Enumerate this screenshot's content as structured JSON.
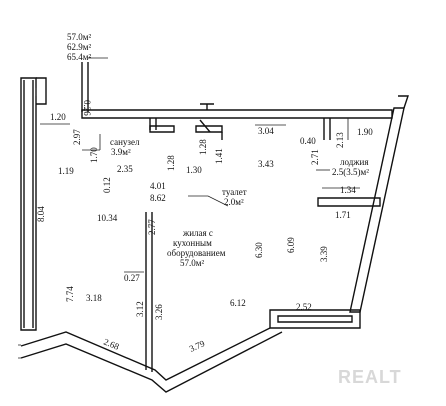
{
  "summary_areas": [
    "57.0м²",
    "62.9м²",
    "65.4м²"
  ],
  "rooms": {
    "bathroom": {
      "name": "санузел",
      "area": "3.9м²"
    },
    "toilet": {
      "name": "туалет",
      "area": "2.0м²"
    },
    "loggia": {
      "name": "лоджия",
      "area": "2.5(3.5)м²"
    },
    "living": {
      "line1": "жилая с",
      "line2": "кухонным",
      "line3": "оборудованием",
      "area": "57.0м²"
    }
  },
  "dimensions": {
    "d_026": "0.26",
    "d_120": "1.20",
    "d_297": "2.97",
    "d_170": "1.70",
    "d_235": "2.35",
    "d_119": "1.19",
    "d_012": "0.12",
    "d_401": "4.01",
    "d_128a": "1.28",
    "d_128b": "1.28",
    "d_141": "1.41",
    "d_130": "1.30",
    "d_304": "3.04",
    "d_343": "3.43",
    "d_040": "0.40",
    "d_213": "2.13",
    "d_190": "1.90",
    "d_271": "2.71",
    "d_134": "1.34",
    "d_171": "1.71",
    "d_862": "8.62",
    "d_804": "8.04",
    "d_1034": "10.34",
    "d_277": "2.77",
    "d_630": "6.30",
    "d_609": "6.09",
    "d_339": "3.39",
    "d_027": "0.27",
    "d_774": "7.74",
    "d_318": "3.18",
    "d_312": "3.12",
    "d_326": "3.26",
    "d_612": "6.12",
    "d_252": "2.52",
    "d_268": "2.68",
    "d_379": "3.79"
  },
  "watermark": "REALT"
}
